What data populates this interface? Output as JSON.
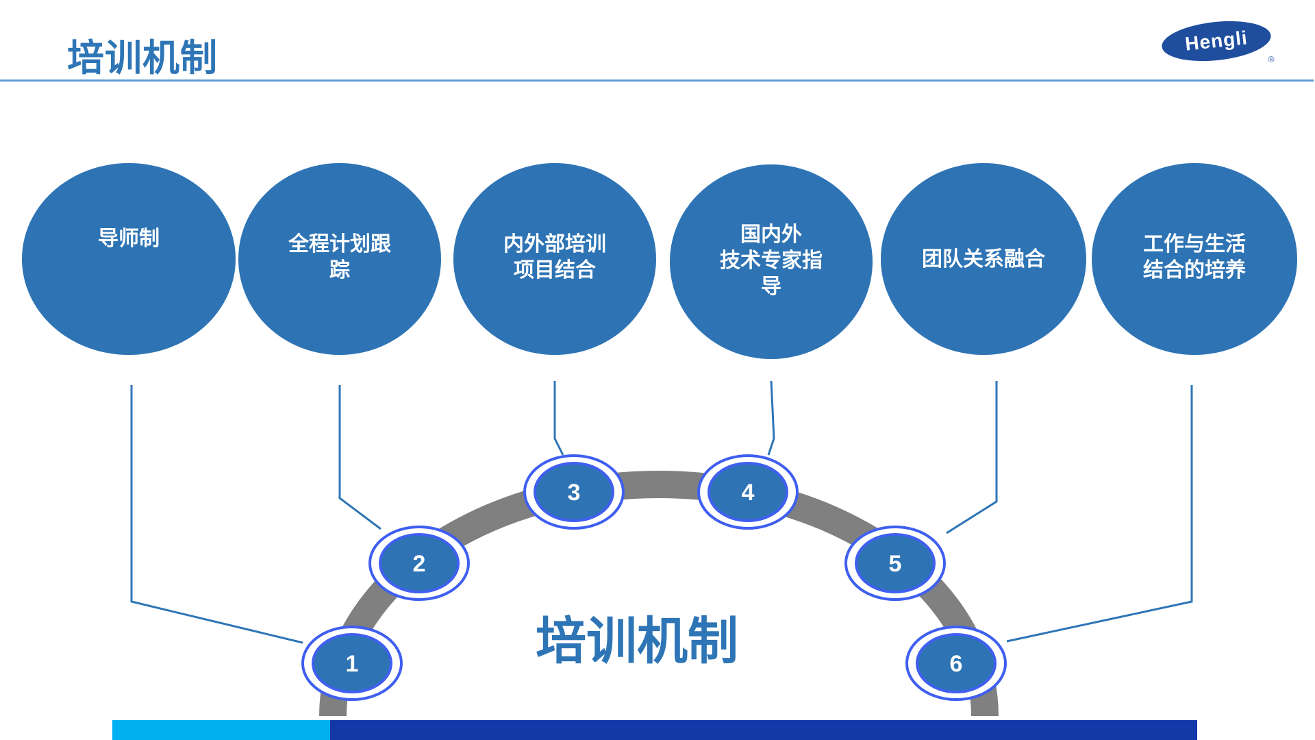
{
  "header": {
    "title": "培训机制",
    "logo_text": "Hengli",
    "logo_mark": "®"
  },
  "center_title": "培训机制",
  "items": [
    {
      "number": "1",
      "lines": [
        "导师制"
      ]
    },
    {
      "number": "2",
      "lines": [
        "全程计划跟",
        "踪"
      ]
    },
    {
      "number": "3",
      "lines": [
        "内外部培训",
        "项目结合"
      ]
    },
    {
      "number": "4",
      "lines": [
        "国内外",
        "技术专家指",
        "导"
      ]
    },
    {
      "number": "5",
      "lines": [
        "团队关系融合"
      ]
    },
    {
      "number": "6",
      "lines": [
        "工作与生活",
        "结合的培养"
      ]
    }
  ],
  "colors": {
    "primary": "#2e75b6",
    "bubble": "#2e74b5",
    "badge_ring": "#3f5ff0",
    "arc": "#808080",
    "connector": "#2e75b6",
    "bar_cyan": "#00b0f0",
    "bar_blue": "#1338a8"
  }
}
